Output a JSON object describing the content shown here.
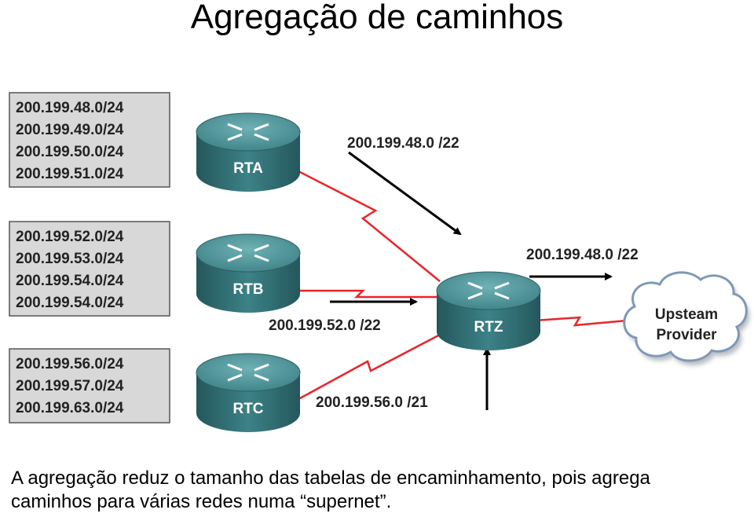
{
  "title": "Agregação de caminhos",
  "diagram": {
    "routing_tables": [
      [
        "200.199.48.0/24",
        "200.199.49.0/24",
        "200.199.50.0/24",
        "200.199.51.0/24"
      ],
      [
        "200.199.52.0/24",
        "200.199.53.0/24",
        "200.199.54.0/24",
        "200.199.54.0/24"
      ],
      [
        "200.199.56.0/24",
        "200.199.57.0/24",
        "200.199.63.0/24"
      ]
    ],
    "routers": {
      "rta": "RTA",
      "rtb": "RTB",
      "rtc": "RTC",
      "rtz": "RTZ"
    },
    "aggregates": {
      "rta_route": "200.199.48.0 /22",
      "rtb_route": "200.199.52.0 /22",
      "rtc_route": "200.199.56.0 /21",
      "upstream_route": "200.199.48.0 /22"
    },
    "cloud": {
      "line1": "Upsteam",
      "line2": "Provider"
    },
    "colors": {
      "link": "#e8242a",
      "router_top": "#4a8f93",
      "router_side": "#2f6d72",
      "arrow": "#000000"
    }
  },
  "caption": {
    "line1": "A agregação reduz o tamanho das tabelas de encaminhamento, pois agrega",
    "line2": "caminhos para várias redes numa “supernet”."
  }
}
